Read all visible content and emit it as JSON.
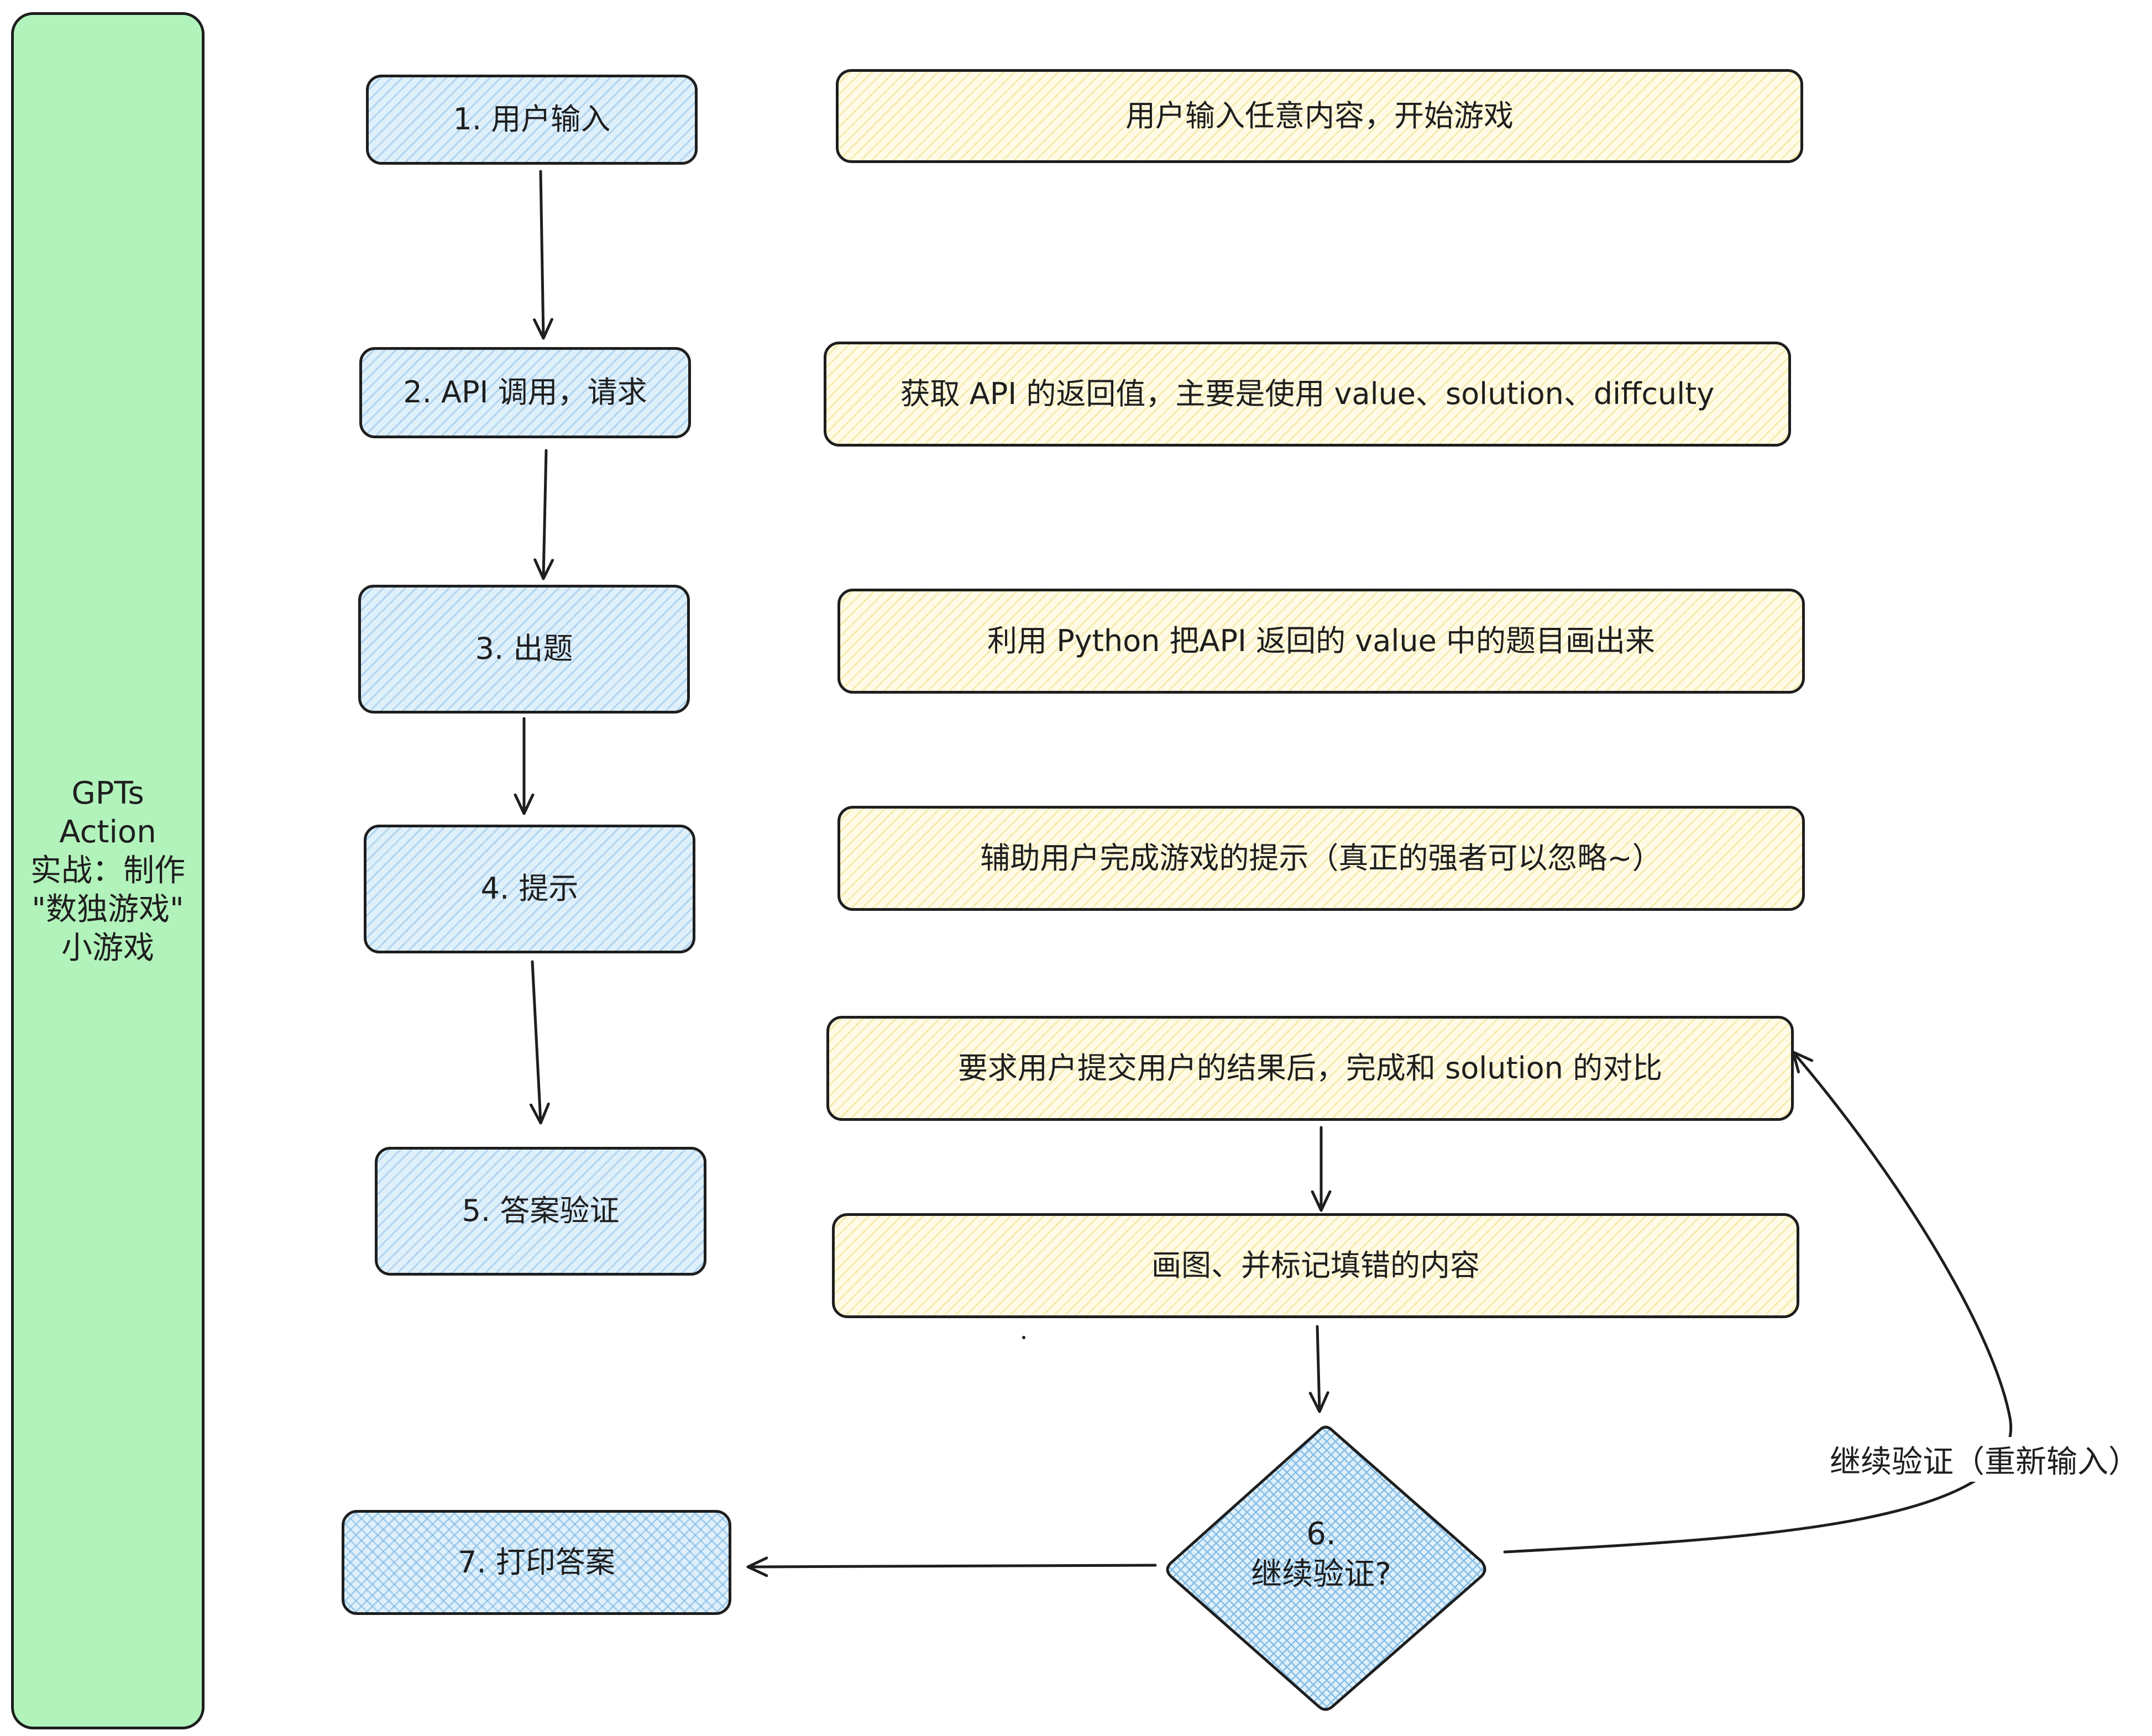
{
  "sidebar": {
    "title": "GPTs\nAction\n实战：制作\n\"数独游戏\"\n小游戏"
  },
  "steps": {
    "step1": "1. 用户输入",
    "step2": "2. API 调用，请求",
    "step3": "3. 出题",
    "step4": "4. 提示",
    "step5": "5. 答案验证",
    "step6_number": "6.",
    "step6_label": "继续验证?",
    "step7": "7. 打印答案"
  },
  "notes": {
    "note1": "用户输入任意内容，开始游戏",
    "note2": "获取 API 的返回值，主要是使用 value、solution、diffculty",
    "note3": "利用 Python 把API 返回的 value 中的题目画出来",
    "note4": "辅助用户完成游戏的提示（真正的强者可以忽略~）",
    "note5": "要求用户提交用户的结果后，完成和 solution 的对比",
    "note6": "画图、并标记填错的内容"
  },
  "edges": {
    "retry_label": "继续验证（重新输入）"
  },
  "colors": {
    "stroke": "#1e1e1e",
    "sidebar_fill": "#b2f2bb",
    "step_fill": "#a5d8ff",
    "note_fill": "#ffec99"
  }
}
